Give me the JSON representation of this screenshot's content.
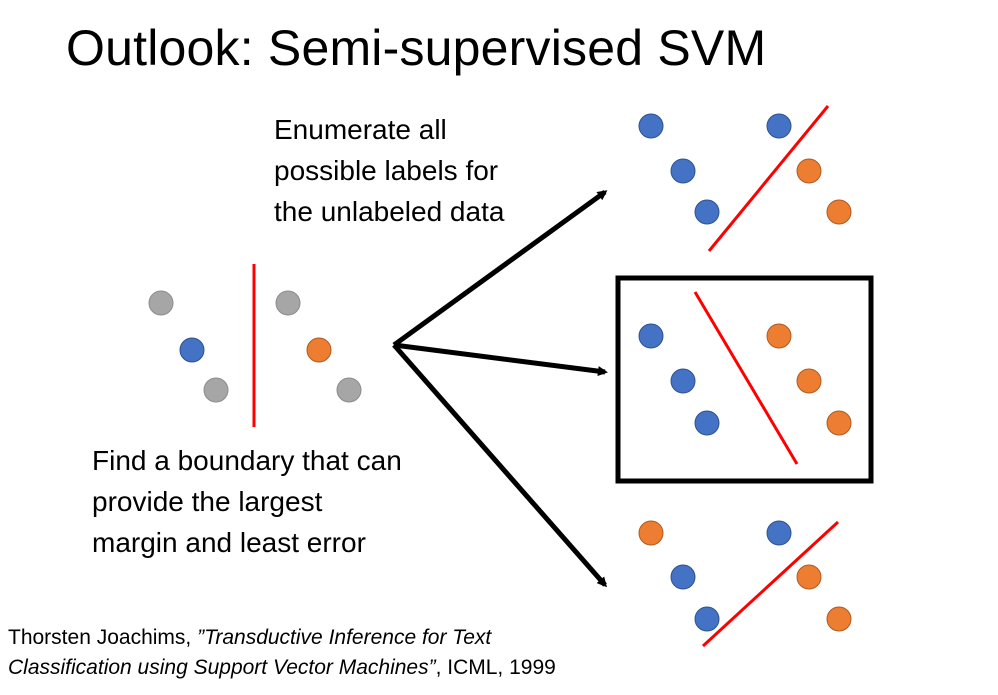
{
  "title": "Outlook: Semi-supervised SVM",
  "enumerate_text": [
    "Enumerate all",
    "possible labels for",
    "the unlabeled data"
  ],
  "boundary_text": [
    "Find a boundary that can",
    "provide the largest",
    "margin and least error"
  ],
  "citation": {
    "author": "Thorsten Joachims, ",
    "work_line1": "”Transductive Inference for Text",
    "work_line2": "Classification using Support Vector Machines”",
    "venue": ", ICML, 1999"
  },
  "colors": {
    "unlabeled": "#a6a6a6",
    "class_a": "#4472c4",
    "class_b": "#ed7d31",
    "boundary": "#ff0000",
    "arrow": "#000000",
    "highlight_box": "#000000"
  }
}
